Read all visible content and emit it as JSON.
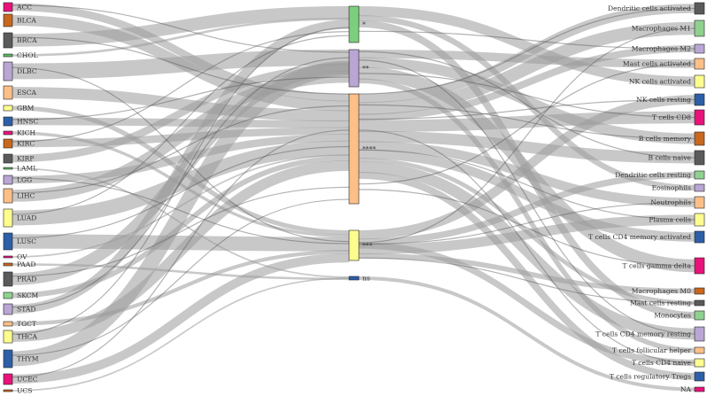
{
  "diagram": {
    "type": "sankey",
    "left_nodes": [
      {
        "label": "ACC",
        "color": "#e8127a"
      },
      {
        "label": "BLCA",
        "color": "#c8671e"
      },
      {
        "label": "BRCA",
        "color": "#5a5a5a"
      },
      {
        "label": "CHOL",
        "color": "#5cb85c"
      },
      {
        "label": "DLBC",
        "color": "#b9a6d4"
      },
      {
        "label": "ESCA",
        "color": "#fcbf88"
      },
      {
        "label": "GBM",
        "color": "#fdfd8f"
      },
      {
        "label": "HNSC",
        "color": "#2c5fa8"
      },
      {
        "label": "KICH",
        "color": "#e8127a"
      },
      {
        "label": "KIRC",
        "color": "#c8671e"
      },
      {
        "label": "KIRP",
        "color": "#5a5a5a"
      },
      {
        "label": "LAML",
        "color": "#5cb85c"
      },
      {
        "label": "LGG",
        "color": "#b9a6d4"
      },
      {
        "label": "LIHC",
        "color": "#fcbf88"
      },
      {
        "label": "LUAD",
        "color": "#fdfd8f"
      },
      {
        "label": "LUSC",
        "color": "#2c5fa8"
      },
      {
        "label": "OV",
        "color": "#e8127a"
      },
      {
        "label": "PAAD",
        "color": "#c8671e"
      },
      {
        "label": "PRAD",
        "color": "#5a5a5a"
      },
      {
        "label": "SKCM",
        "color": "#8fd18f"
      },
      {
        "label": "STAD",
        "color": "#b9a6d4"
      },
      {
        "label": "TGCT",
        "color": "#fcbf88"
      },
      {
        "label": "THCA",
        "color": "#fdfd8f"
      },
      {
        "label": "THYM",
        "color": "#2c5fa8"
      },
      {
        "label": "UCEC",
        "color": "#e8127a"
      },
      {
        "label": "UCS",
        "color": "#c8671e"
      }
    ],
    "middle_nodes": [
      {
        "label": "*",
        "color": "#7ccf7c"
      },
      {
        "label": "**",
        "color": "#b9a6d4"
      },
      {
        "label": "****",
        "color": "#fcbf88"
      },
      {
        "label": "***",
        "color": "#fdfd8f"
      },
      {
        "label": "ns",
        "color": "#2c5fa8"
      }
    ],
    "right_nodes": [
      {
        "label": "Dendritic cells activated",
        "color": "#5a5a5a"
      },
      {
        "label": "Macrophages M1",
        "color": "#8fd18f"
      },
      {
        "label": "Macrophages M2",
        "color": "#b9a6d4"
      },
      {
        "label": "Mast cells activated",
        "color": "#fcbf88"
      },
      {
        "label": "NK cells activated",
        "color": "#fdfd8f"
      },
      {
        "label": "NK cells resting",
        "color": "#2c5fa8"
      },
      {
        "label": "T cells CD8",
        "color": "#e8127a"
      },
      {
        "label": "B cells memory",
        "color": "#c8671e"
      },
      {
        "label": "B cells naive",
        "color": "#5a5a5a"
      },
      {
        "label": "Dendritic cells resting",
        "color": "#8fd18f"
      },
      {
        "label": "Eosinophils",
        "color": "#b9a6d4"
      },
      {
        "label": "Neutrophils",
        "color": "#fcbf88"
      },
      {
        "label": "Plasma cells",
        "color": "#fdfd8f"
      },
      {
        "label": "T cells CD4 memory activated",
        "color": "#2c5fa8"
      },
      {
        "label": "T cells gamma delta",
        "color": "#e8127a"
      },
      {
        "label": "Macrophages M0",
        "color": "#c8671e"
      },
      {
        "label": "Mast cells resting",
        "color": "#5a5a5a"
      },
      {
        "label": "Monocytes",
        "color": "#8fd18f"
      },
      {
        "label": "T cells CD4 memory resting",
        "color": "#b9a6d4"
      },
      {
        "label": "T cells follicular helper",
        "color": "#fcbf88"
      },
      {
        "label": "T cells CD4 naive",
        "color": "#fdfd8f"
      },
      {
        "label": "T cells regulatory  Tregs",
        "color": "#2c5fa8"
      },
      {
        "label": "NA",
        "color": "#e8127a"
      }
    ],
    "link_color": "#9a9a9a",
    "node_border": "#222222"
  }
}
